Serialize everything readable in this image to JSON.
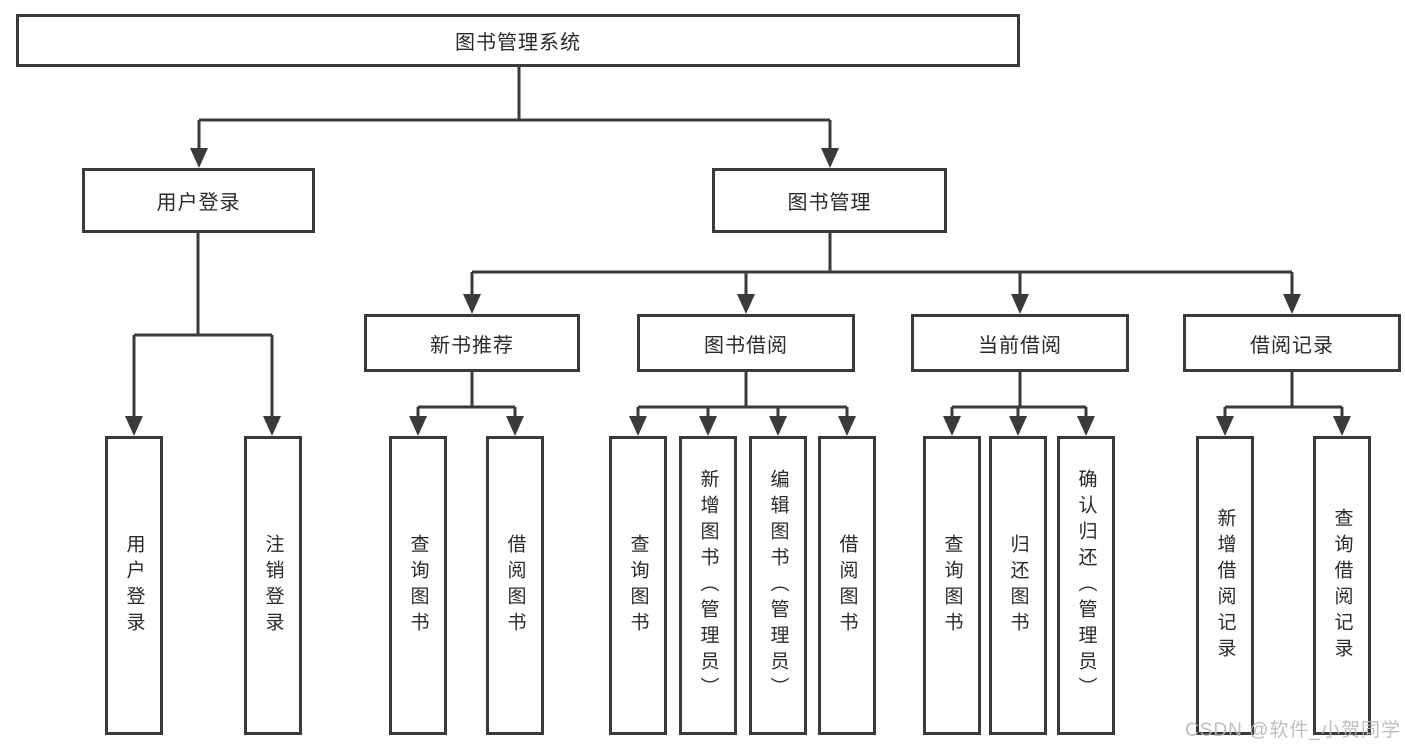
{
  "colors": {
    "line": "#3a3a3a",
    "border": "#3a3a3a",
    "text": "#2a2a2a",
    "background": "#ffffff",
    "watermark": "#b9b9b9"
  },
  "nodes": {
    "root": {
      "label": "图书管理系统"
    },
    "level2": [
      {
        "label": "用户登录"
      },
      {
        "label": "图书管理"
      }
    ],
    "level3": [
      {
        "label": "新书推荐"
      },
      {
        "label": "图书借阅"
      },
      {
        "label": "当前借阅"
      },
      {
        "label": "借阅记录"
      }
    ],
    "leaves": {
      "user_login": [
        {
          "label": "用户登录"
        },
        {
          "label": "注销登录"
        }
      ],
      "new_book": [
        {
          "label": "查询图书"
        },
        {
          "label": "借阅图书"
        }
      ],
      "book_borrow": [
        {
          "label": "查询图书"
        },
        {
          "label": "新增图书（管理员）"
        },
        {
          "label": "编辑图书（管理员）"
        },
        {
          "label": "借阅图书"
        }
      ],
      "current_borrow": [
        {
          "label": "查询图书"
        },
        {
          "label": "归还图书"
        },
        {
          "label": "确认归还（管理员）"
        }
      ],
      "borrow_records": [
        {
          "label": "新增借阅记录"
        },
        {
          "label": "查询借阅记录"
        }
      ]
    }
  },
  "watermark": "CSDN @软件_小贺同学"
}
